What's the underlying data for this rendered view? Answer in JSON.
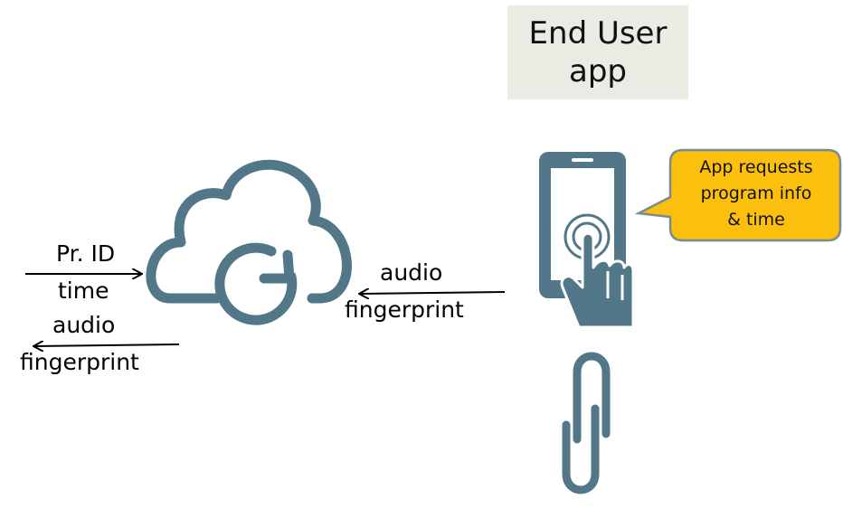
{
  "end_user_box": {
    "line1": "End User",
    "line2": "app"
  },
  "callout": {
    "line1": "App requests",
    "line2": "program info",
    "line3": "& time",
    "fill": "#fbbf0d",
    "stroke": "#7a8a93"
  },
  "left_labels": {
    "pr_id": "Pr. ID",
    "time": "time",
    "audio": "audio",
    "fingerprint": "fingerprint"
  },
  "middle_labels": {
    "audio": "audio",
    "fingerprint": "fingerprint"
  },
  "icons": [
    "cloud-sync-icon",
    "smartphone-tap-icon",
    "chain-link-icon"
  ],
  "colors": {
    "icon": "#527788",
    "arrow": "#000000",
    "box_bg": "#ebebe3"
  }
}
